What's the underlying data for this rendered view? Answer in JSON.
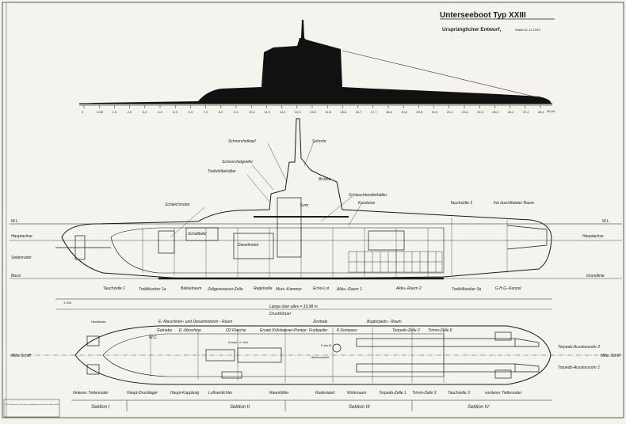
{
  "title": {
    "main": "Unterseeboot   Typ XXIII",
    "subtitle": "Ursprünglicher Entwurf,",
    "date": "Stand 01.12.1943"
  },
  "scale_ticks": [
    "0",
    "0,65",
    "1,5",
    "2,5",
    "3,4",
    "4,4",
    "5,3",
    "6,3",
    "7,2",
    "8,2",
    "9,1",
    "10,1",
    "11,0",
    "12,0",
    "12,9",
    "13,9",
    "14,8",
    "15,8",
    "16,7",
    "17,7",
    "18,6",
    "19,6",
    "20,5",
    "21,5",
    "22,4",
    "23,4",
    "24,3",
    "25,3",
    "26,2",
    "27,2",
    "28,1"
  ],
  "scale_end": "30,40",
  "left_labels": {
    "wl": "W.L.",
    "hauptachse": "Hauptachse",
    "seitenruder": "Seitenruder",
    "basis": "Basis",
    "mitte_schiff": "Mitte Schiff"
  },
  "right_labels": {
    "wl": "W.L.",
    "hauptachse": "Hauptachse",
    "grundlinie": "Grundlinie",
    "mitte_schiff": "Mitte Schiff",
    "torpedo_2": "Torpedo-Ausstossrohr 2",
    "torpedo_1": "Torpedo-Ausstossrohr 1"
  },
  "side_labels": {
    "schnorchelkopf": "Schnorchelkopf",
    "sehrohr": "Sehrohr",
    "schnorchelgreifer": "Schnorchelgreifer",
    "treibloelbehaelter": "Treiböhlbehälter",
    "bruecke": "Brücke",
    "schlauchboot": "Schlauchbootbehälter",
    "kombuese": "Kombüse",
    "tauchzelle3": "Tauchzelle 3",
    "freidurch": "frei durchfluteter Raum",
    "schleichmotor": "Schleichmotor",
    "schalttafel": "Schalttafel",
    "dieselmotor": "Dieselmotor",
    "turm": "Turm"
  },
  "bottom_side_labels": [
    "Tauchzelle 1",
    "Treiblbunker 1a",
    "Ballastraum",
    "Zellgenwasser-Zelle",
    "Regelzelle",
    "Muni.-Kammer",
    "Echo-Lot",
    "Akku.-Raum 1",
    "Akku.-Raum 2",
    "Treibölbunker 3a",
    "G.H.G.-Kanzel"
  ],
  "length_label": "Länge über alles = 33,98 m",
  "scale_left": "1,000",
  "druckkoerper": "Druckkörper",
  "plan_top_labels": {
    "emasch": "E.-Maschinen- und Dieselmotoren - Raum",
    "zentrale": "Zentrale",
    "bugtorpedo": "Bugtorpedo - Raum",
    "hecktasse": "Hecktasse",
    "getriebe": "Getriebe",
    "emaschine": "E.-Maschine",
    "o2flasche": "O2 Flasche",
    "ersatz": "Ersatz Kühlwasser-Pumpe",
    "funkpeiler": "Funkpeiler",
    "kreiselkompass": "K.Kompass",
    "tz2": "Torpedo-Zelle 2",
    "trimmzelle": "Trimm-Zelle 6",
    "wc": "W.C.",
    "kompressor": "Kompr. u. Mot.",
    "funkhd": "Funk-R.",
    "schott": "Hebeschacht"
  },
  "plan_bottom_labels": [
    "hinteres Tiefenruder",
    "Haupt-Drucklager",
    "Haupt-Kupplung",
    "Luftverdichter",
    "Raumlüfter",
    "Rudestand",
    "Wohnraum",
    "Torpedo-Zelle 1",
    "Trimm-Zelle 3",
    "Tauchzelle 3",
    "vorderes Tiefenruder"
  ],
  "sections": [
    "Sektion I",
    "Sektion II",
    "Sektion III",
    "Sektion IV"
  ],
  "footnote": "Die Zeichnung ist nach dem Originalplan der Deutschen Werft erstellt"
}
